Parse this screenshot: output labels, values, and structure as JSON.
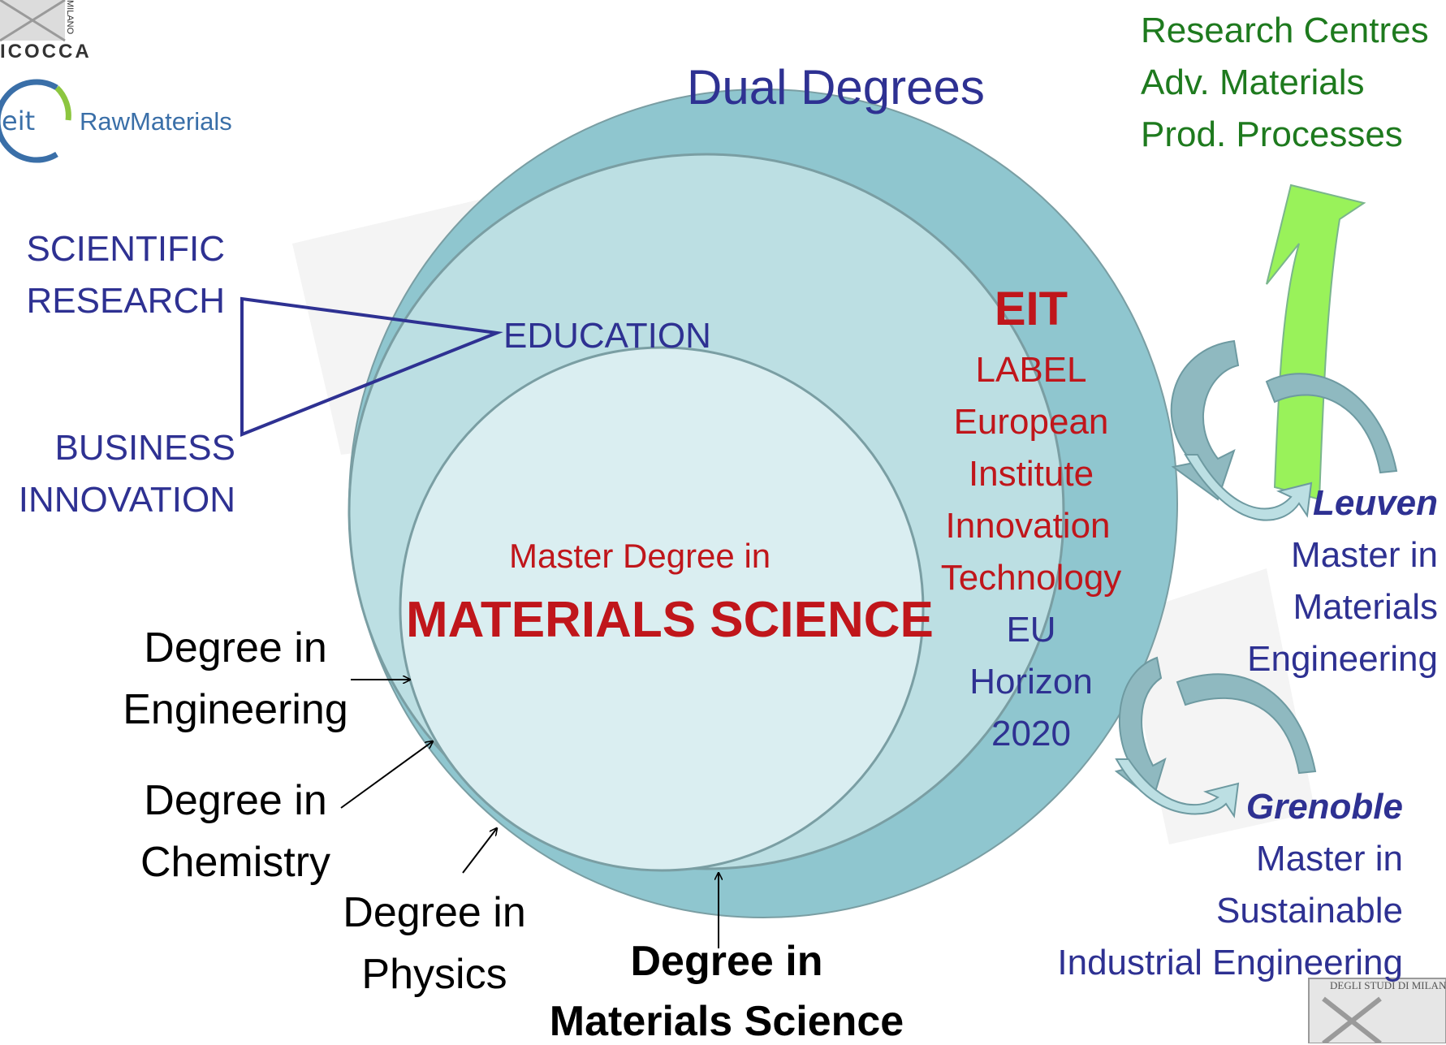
{
  "logos": {
    "bicocca_fragment": "ICOCCA",
    "bicocca_side": "MILANO",
    "eit_badge": "eit",
    "eit_name": "RawMaterials",
    "unimi_text": "DEGLI STUDI DI MILANO"
  },
  "left_labels": {
    "research": [
      "SCIENTIFIC",
      "RESEARCH"
    ],
    "business": [
      "BUSINESS",
      "INNOVATION"
    ]
  },
  "circles": {
    "outer_title": "Dual Degrees",
    "education": "EDUCATION",
    "master_line1": "Master Degree in",
    "master_line2": "MATERIALS SCIENCE"
  },
  "eit_block": {
    "title": "EIT",
    "label_lines": [
      "LABEL",
      "European",
      "Institute",
      "Innovation",
      "Technology"
    ],
    "eu_lines": [
      "EU",
      "Horizon",
      "2020"
    ]
  },
  "research_centres": [
    "Research Centres",
    "Adv. Materials",
    "Prod. Processes"
  ],
  "leuven": {
    "city": "Leuven",
    "lines": [
      "Master in",
      "Materials",
      "Engineering"
    ]
  },
  "grenoble": {
    "city": "Grenoble",
    "lines": [
      "Master in",
      "Sustainable",
      "Industrial Engineering"
    ]
  },
  "degrees": {
    "engineering": [
      "Degree in",
      "Engineering"
    ],
    "chemistry": [
      "Degree in",
      "Chemistry"
    ],
    "physics": [
      "Degree in",
      "Physics"
    ],
    "materials": [
      "Degree in",
      "Materials Science"
    ]
  },
  "colors": {
    "outer_circle": "#8fc6cf",
    "middle_circle": "#bcdfe3",
    "inner_circle": "#daeef1",
    "circle_stroke": "#7a9ea3",
    "green_arrow": "#99f25a",
    "swirl_arrow": "#8fb9c0",
    "text_blue": "#2e3192",
    "text_red": "#c0161b",
    "text_green": "#1e7a1e"
  }
}
